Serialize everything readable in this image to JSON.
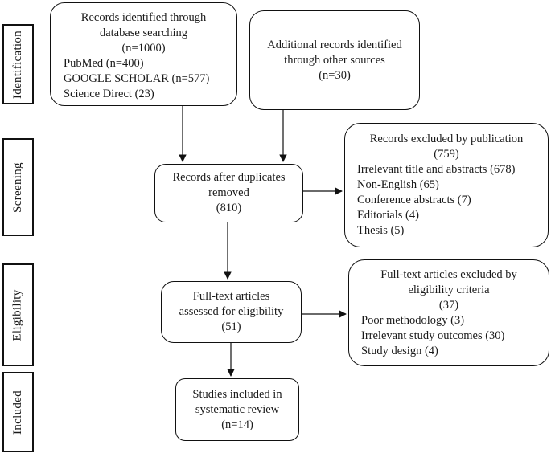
{
  "diagram": {
    "type": "prisma-flow",
    "colors": {
      "border": "#111111",
      "text": "#1a1a1a",
      "background": "#ffffff"
    },
    "stages": [
      {
        "label": "Identification"
      },
      {
        "label": "Screening"
      },
      {
        "label": "Eligibility"
      },
      {
        "label": "Included"
      }
    ],
    "boxes": {
      "database_search": {
        "centered": [
          "Records identified through",
          "database searching",
          "(n=1000)"
        ],
        "left": [
          "PubMed (n=400)",
          "GOOGLE SCHOLAR (n=577)",
          "Science Direct (23)"
        ]
      },
      "other_sources": {
        "centered": [
          "Additional records identified",
          "through other sources",
          "(n=30)"
        ]
      },
      "duplicates_removed": {
        "centered": [
          "Records after duplicates",
          "removed",
          "(810)"
        ]
      },
      "excluded_publication": {
        "centered": [
          "Records excluded by publication",
          "(759)"
        ],
        "left": [
          "Irrelevant title and abstracts (678)",
          "Non-English (65)",
          "Conference abstracts (7)",
          "Editorials (4)",
          "Thesis (5)"
        ]
      },
      "fulltext_assessed": {
        "centered": [
          "Full-text articles",
          "assessed for eligibility",
          "(51)"
        ]
      },
      "excluded_eligibility": {
        "centered": [
          "Full-text articles excluded by",
          "eligibility criteria",
          "(37)"
        ],
        "left": [
          "Poor methodology (3)",
          "Irrelevant study outcomes (30)",
          "Study design (4)"
        ]
      },
      "included_studies": {
        "centered": [
          "Studies included in",
          "systematic review",
          "(n=14)"
        ]
      }
    }
  }
}
